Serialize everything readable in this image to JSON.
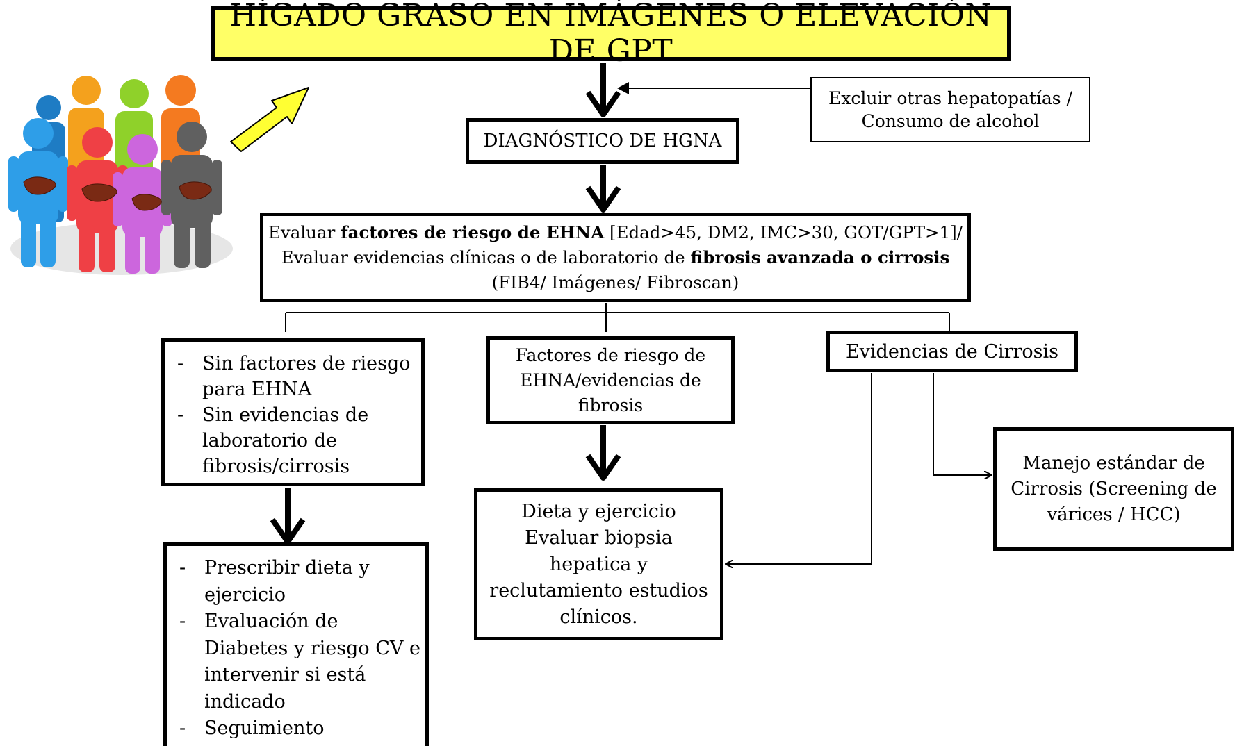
{
  "title": "HÍGADO GRASO EN IMÁGENES O ELEVACIÓN DE GPT",
  "exclude": {
    "line1": "Excluir otras hepatopatías /",
    "line2": "Consumo de alcohol"
  },
  "diagnosis": "DIAGNÓSTICO DE HGNA",
  "evaluate": {
    "l1_pre": "Evaluar ",
    "l1_bold": "factores de riesgo de EHNA",
    "l1_post": " [Edad>45, DM2, IMC>30, GOT/GPT>1]/",
    "l2_pre": "Evaluar evidencias clínicas o de laboratorio de ",
    "l2_bold": "fibrosis avanzada o cirrosis",
    "l3": "(FIB4/ Imágenes/ Fibroscan)"
  },
  "no_risk": {
    "items": [
      "Sin factores de riesgo para EHNA",
      "Sin evidencias de laboratorio de fibrosis/cirrosis"
    ]
  },
  "risk_factors": "Factores de riesgo de EHNA/evidencias de fibrosis",
  "cirrhosis_evidence": "Evidencias de Cirrosis",
  "standard_management": "Manejo estándar de Cirrosis (Screening de várices / HCC)",
  "diet_biopsy": "Dieta y ejercicio Evaluar biopsia hepatica y reclutamiento estudios clínicos.",
  "prescribe": {
    "items": [
      "Prescribir dieta y ejercicio",
      "Evaluación de Diabetes y riesgo CV e intervenir si está indicado",
      "Seguimiento"
    ]
  },
  "colors": {
    "title_bg": "#ffff66",
    "yellow_arrow": "#ffff33",
    "people": [
      "#1e7cc4",
      "#f4a11d",
      "#8fd12a",
      "#f47a20",
      "#2e9ee8",
      "#ef4045",
      "#cc66dd",
      "#606060"
    ],
    "liver": "#7a2a14"
  },
  "icons": [
    "people-group-icon",
    "liver-icon"
  ]
}
